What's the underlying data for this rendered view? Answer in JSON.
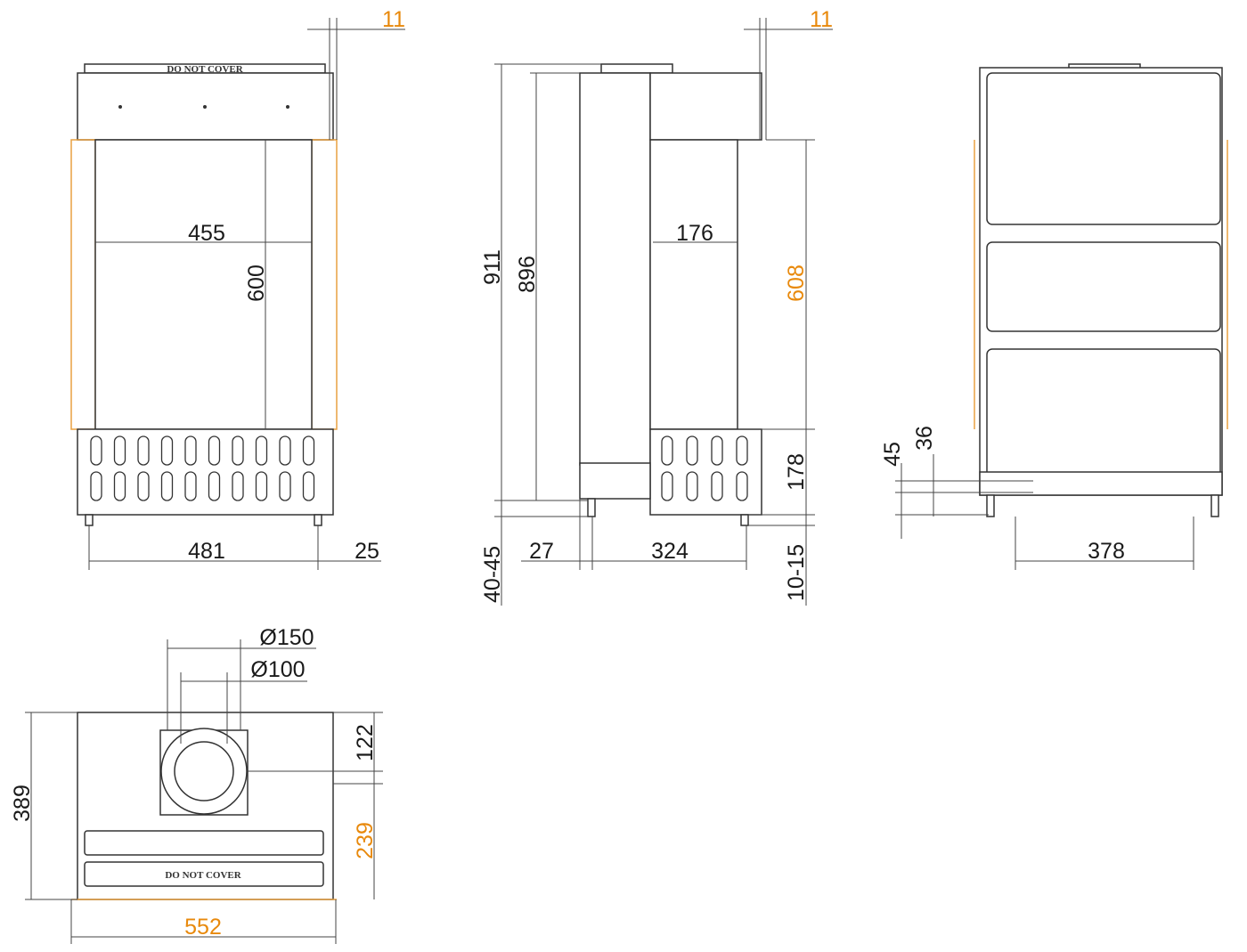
{
  "accent_orange": "#e8890c",
  "front_view": {
    "overhang": "11",
    "stamp": "DO NOT COVER",
    "inner_width": "455",
    "opening_height": "600",
    "base_width": "481",
    "foot_offset": "25"
  },
  "side_view": {
    "overhang": "11",
    "total_height": "911",
    "body_height": "896",
    "depth_inner": "176",
    "opening_height": "608",
    "base_height": "178",
    "foot_adjust_left": "40-45",
    "foot_adjust_right": "10-15",
    "front_offset": "27",
    "depth": "324"
  },
  "back_view": {
    "dim_a": "45",
    "dim_b": "36",
    "foot_span": "378"
  },
  "top_view": {
    "flue_outer": "Ø150",
    "flue_inner": "Ø100",
    "flue_offset": "122",
    "depth": "389",
    "depth_front": "239",
    "width": "552",
    "stamp": "DO NOT COVER"
  }
}
